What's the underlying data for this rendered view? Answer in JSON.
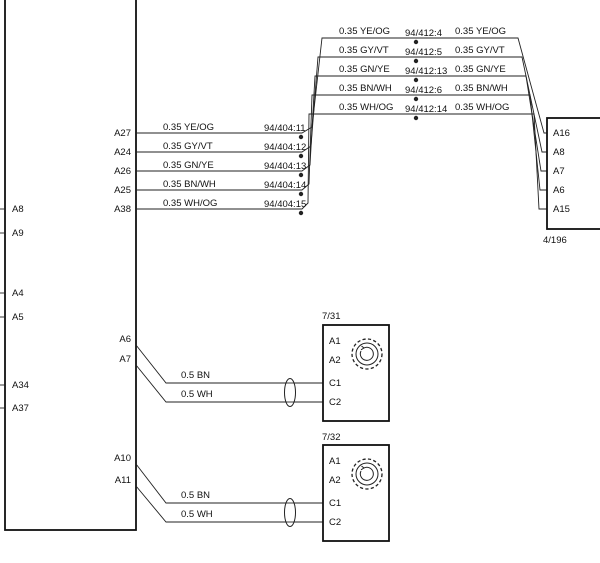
{
  "ecu": {
    "left_pins": [
      "A8",
      "A9",
      "A4",
      "A5",
      "A34",
      "A37"
    ],
    "right_pins": [
      "A27",
      "A24",
      "A26",
      "A25",
      "A38",
      "A6",
      "A7",
      "A10",
      "A11"
    ]
  },
  "harness_upper": {
    "wires": [
      {
        "pin": "A27",
        "wire": "0.35 YE/OG",
        "splice_left": "94/404:11",
        "splice_right": "94/412:4",
        "wire_right": "0.35 YE/OG",
        "pin_right": "A16"
      },
      {
        "pin": "A24",
        "wire": "0.35 GY/VT",
        "splice_left": "94/404:12",
        "splice_right": "94/412:5",
        "wire_right": "0.35 GY/VT",
        "pin_right": "A8"
      },
      {
        "pin": "A26",
        "wire": "0.35 GN/YE",
        "splice_left": "94/404:13",
        "splice_right": "94/412:13",
        "wire_right": "0.35 GN/YE",
        "pin_right": "A7"
      },
      {
        "pin": "A25",
        "wire": "0.35 BN/WH",
        "splice_left": "94/404:14",
        "splice_right": "94/412:6",
        "wire_right": "0.35 BN/WH",
        "pin_right": "A6"
      },
      {
        "pin": "A38",
        "wire": "0.35 WH/OG",
        "splice_left": "94/404:15",
        "splice_right": "94/412:14",
        "wire_right": "0.35 WH/OG",
        "pin_right": "A15"
      }
    ]
  },
  "connector_right": {
    "id": "4/196"
  },
  "sensors": [
    {
      "id": "7/31",
      "pins": [
        "A1",
        "A2",
        "C1",
        "C2"
      ],
      "ecu_pins": [
        "A6",
        "A7"
      ],
      "wires": [
        "0.5 BN",
        "0.5 WH"
      ]
    },
    {
      "id": "7/32",
      "pins": [
        "A1",
        "A2",
        "C1",
        "C2"
      ],
      "ecu_pins": [
        "A10",
        "A11"
      ],
      "wires": [
        "0.5 BN",
        "0.5 WH"
      ]
    }
  ]
}
